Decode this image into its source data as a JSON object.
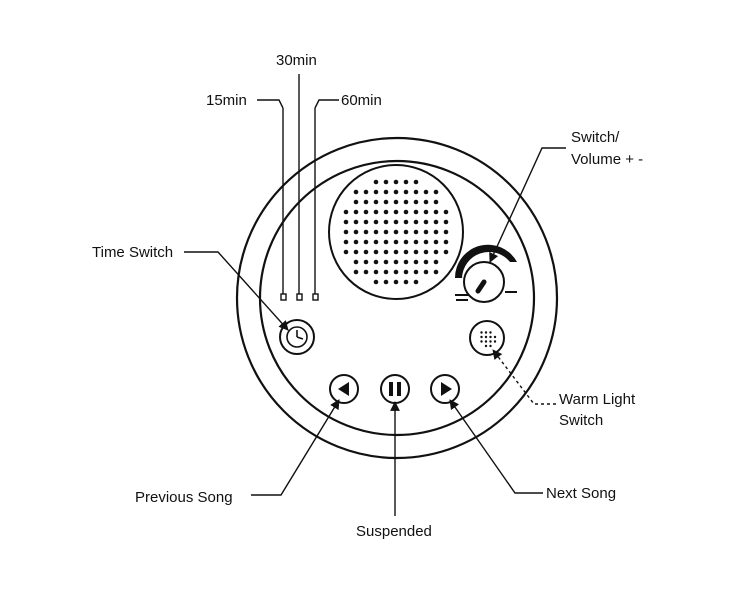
{
  "labels": {
    "timer_15": "15min",
    "timer_30": "30min",
    "timer_60": "60min",
    "switch_volume_line1": "Switch/",
    "switch_volume_line2": "Volume + -",
    "time_switch": "Time Switch",
    "warm_light_line1": "Warm Light",
    "warm_light_line2": "Switch",
    "previous_song": "Previous Song",
    "suspended": "Suspended",
    "next_song": "Next Song"
  },
  "colors": {
    "stroke": "#111111",
    "background": "#ffffff"
  },
  "icons": {
    "previous": "triangle-left-icon",
    "pause": "pause-icon",
    "next": "triangle-right-icon",
    "clock": "clock-icon",
    "light": "dot-grid-icon"
  }
}
